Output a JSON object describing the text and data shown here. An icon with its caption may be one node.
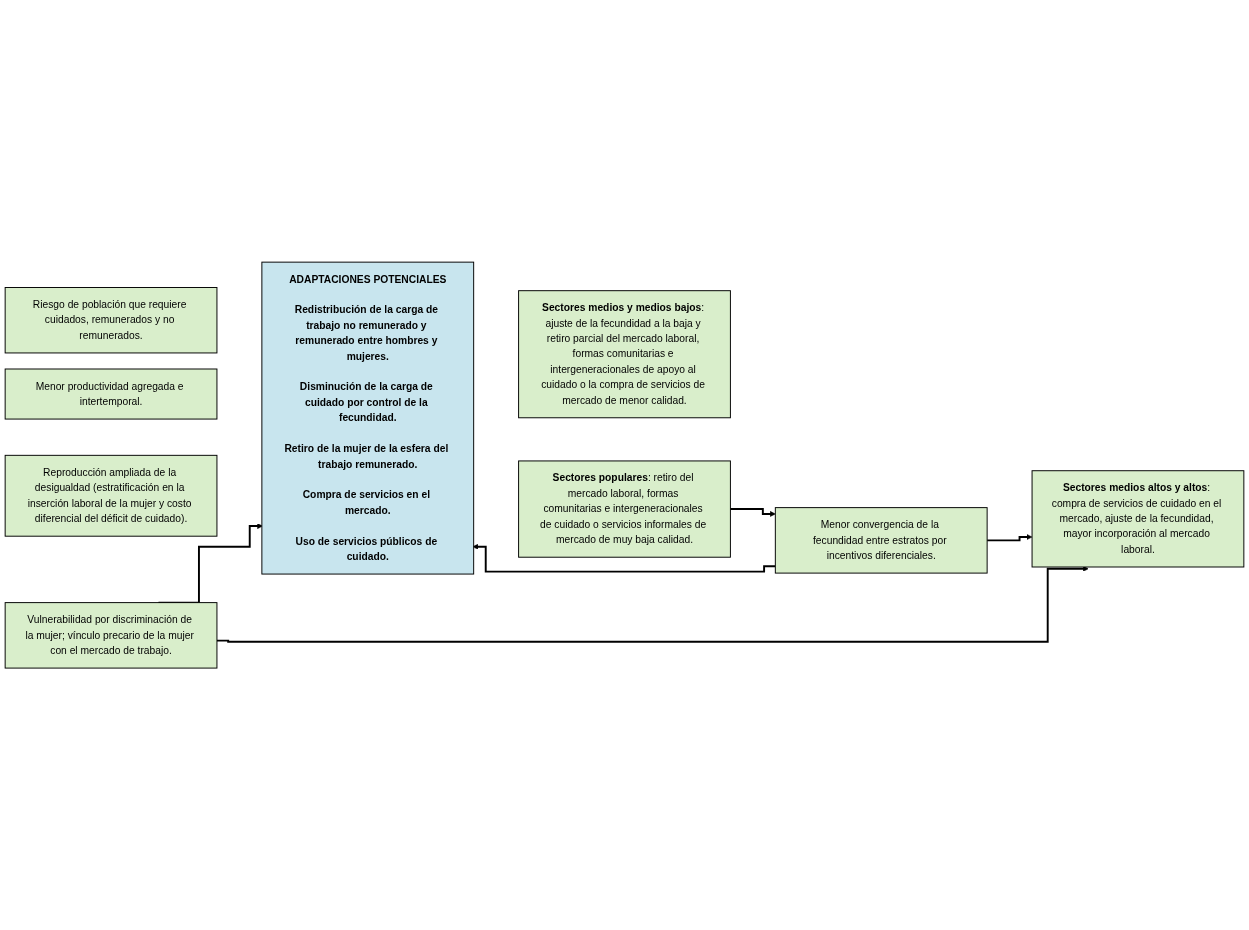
{
  "diagram": {
    "nodes": [
      {
        "text": [
          "Vulnerabilidad por discriminación de la mujer; vínculo precario de la mujer con el mercado de trabajo."
        ]
      },
      {
        "text": [
          "Riesgo de población que requiere cuidados, remunerados y no remunerados."
        ]
      },
      {
        "text": [
          "Menor productividad agregada e intertemporal."
        ]
      },
      {
        "text": [
          "Reproducción ampliada de la desigualdad (estratificación en la inserción laboral de la mujer y costo diferencial del déficit de cuidado)."
        ]
      },
      {
        "text": [
          "Menor convergencia de la fecundidad entre estratos por incentivos diferenciales."
        ]
      },
      {
        "text": [
          "ADAPTACIONES POTENCIALES",
          "Redistribución de la carga de trabajo no remunerado y remunerado entre hombres y mujeres.",
          "Disminución de la carga de cuidado por control de la fecundidad.",
          "Retiro de la mujer de la esfera del trabajo remunerado.",
          "Compra de servicios en el mercado.",
          "Uso de servicios públicos de cuidado."
        ]
      },
      {
        "text": [
          "**Sectores medios altos y altos**: compra de servicios de cuidado en el mercado, ajuste de la fecundidad, mayor incorporación al mercado laboral."
        ]
      },
      {
        "text": [
          "**Sectores medios y medios bajos**: ajuste de la fecundidad a la baja y retiro parcial del mercado laboral, formas comunitarias e intergeneracionales de apoyo al cuidado o la compra de servicios de mercado de menor calidad."
        ]
      },
      {
        "text": [
          "**Sectores populares**: retiro del mercado laboral, formas comunitarias e intergeneracionales de cuidado o servicios informales de mercado de muy baja calidad."
        ]
      }
    ],
    "edges": [
      {
        "from": 0,
        "to": 5,
        "arrow": "to"
      },
      {
        "from": 4,
        "to": 5,
        "arrow": "to"
      },
      {
        "from": 0,
        "to": 6,
        "arrow": "to"
      },
      {
        "from": 4,
        "to": 6,
        "arrow": "to"
      },
      {
        "from": 8,
        "to": 4,
        "arrow": "to"
      }
    ]
  }
}
